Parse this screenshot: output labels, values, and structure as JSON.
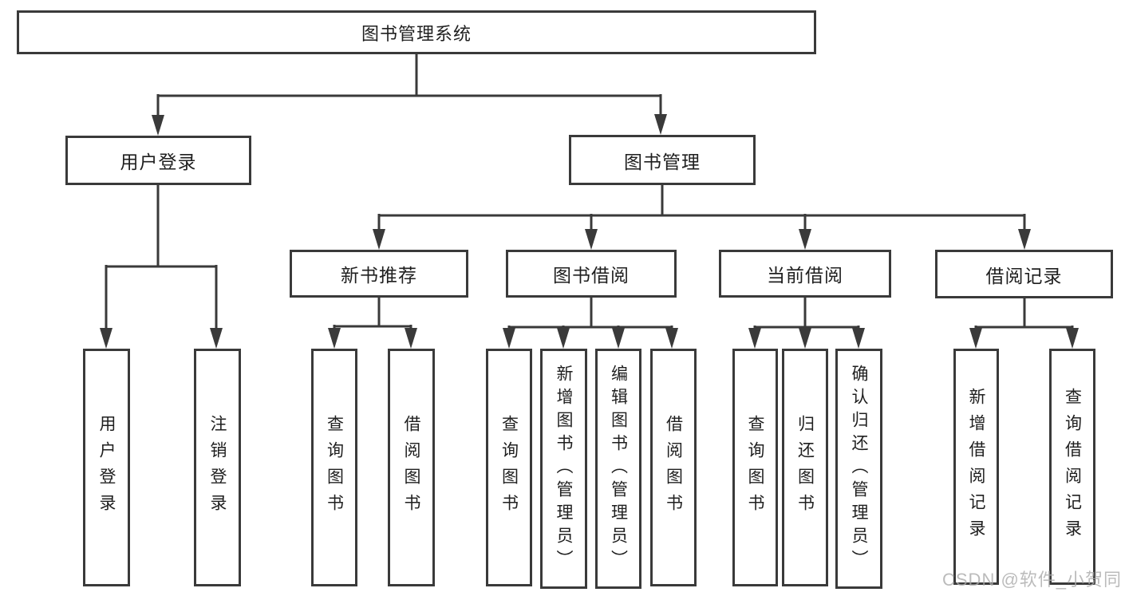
{
  "watermark": {
    "text": "CSDN @软件_小贺同学"
  },
  "colors": {
    "line": "#3a3a3a",
    "border": "#3a3a3a",
    "text": "#1f1f1f",
    "box_background": "#ffffff",
    "watermark": "#ababab"
  },
  "tree": {
    "root": {
      "label": "图书管理系统",
      "children": [
        {
          "label": "用户登录",
          "children": [
            {
              "label": "用户登录"
            },
            {
              "label": "注销登录"
            }
          ]
        },
        {
          "label": "图书管理",
          "children": [
            {
              "label": "新书推荐",
              "children": [
                {
                  "label": "查询图书"
                },
                {
                  "label": "借阅图书"
                }
              ]
            },
            {
              "label": "图书借阅",
              "children": [
                {
                  "label": "查询图书"
                },
                {
                  "label": "新增图书（管理员）"
                },
                {
                  "label": "编辑图书（管理员）"
                },
                {
                  "label": "借阅图书"
                }
              ]
            },
            {
              "label": "当前借阅",
              "children": [
                {
                  "label": "查询图书"
                },
                {
                  "label": "归还图书"
                },
                {
                  "label": "确认归还（管理员）"
                }
              ]
            },
            {
              "label": "借阅记录",
              "children": [
                {
                  "label": "新增借阅记录"
                },
                {
                  "label": "查询借阅记录"
                }
              ]
            }
          ]
        }
      ]
    }
  }
}
